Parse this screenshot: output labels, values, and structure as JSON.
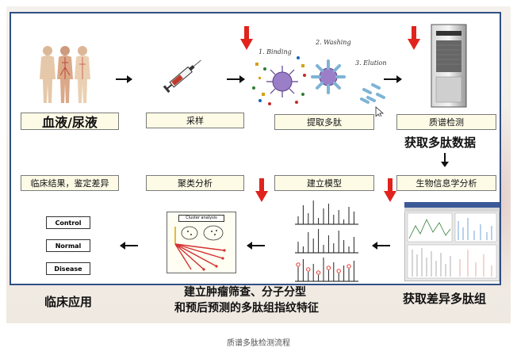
{
  "top_row": {
    "blood_urine_label": "血液/尿液",
    "sampling_label": "采样",
    "extract_peptides_label": "提取多肽",
    "mass_spec_label": "质谱检测",
    "get_peptide_data_label": "获取多肽数据",
    "step_binding": "1. Binding",
    "step_washing": "2. Washing",
    "step_elution": "3. Elution"
  },
  "bottom_row": {
    "bioinformatics_label": "生物信息学分析",
    "build_model_label": "建立模型",
    "cluster_analysis_label": "聚类分析",
    "clinical_result_label": "临床结果，鉴定差异",
    "cluster_panel_title": "Cluster analysis",
    "outcome_boxes": [
      "Control",
      "Normal",
      "Disease"
    ]
  },
  "footer": {
    "clinical_application": "临床应用",
    "fingerprint_line1": "建立肿瘤筛查、分子分型",
    "fingerprint_line2": "和预后预测的多肽组指纹特征",
    "diff_peptidome": "获取差异多肽组"
  },
  "caption": "质谱多肽检测流程",
  "colors": {
    "frame": "#2f4f86",
    "label_fill": "#fdfbe6",
    "red_arrow": "#e0231c"
  }
}
